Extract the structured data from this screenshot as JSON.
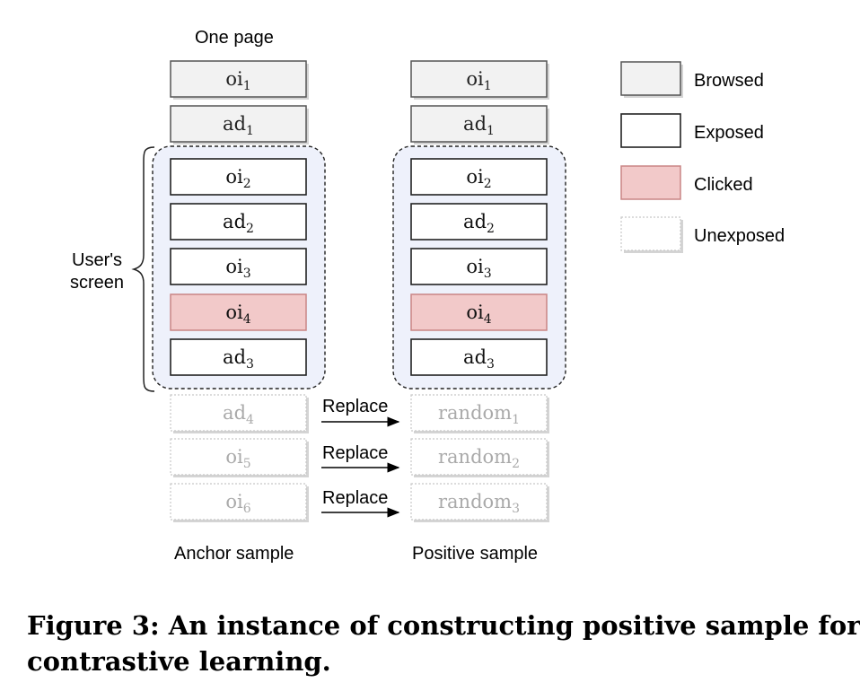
{
  "diagram": {
    "header": "One page",
    "side_brace_label": [
      "User's",
      "screen"
    ],
    "anchor_label": "Anchor sample",
    "positive_label": "Positive sample",
    "replace_label": "Replace",
    "colors": {
      "browsed_fill": "#f2f2f2",
      "exposed_fill": "#ffffff",
      "clicked_fill": "#f2c9c9",
      "clicked_border": "#c98585",
      "unexposed_border": "#c8c8c8",
      "screen_fill": "#eef1fb",
      "border": "#555555",
      "muted_text": "#aaaaaa"
    },
    "anchor_column": [
      {
        "base": "oi",
        "sub": "1",
        "state": "browsed"
      },
      {
        "base": "ad",
        "sub": "1",
        "state": "browsed"
      },
      {
        "base": "oi",
        "sub": "2",
        "state": "exposed"
      },
      {
        "base": "ad",
        "sub": "2",
        "state": "exposed"
      },
      {
        "base": "oi",
        "sub": "3",
        "state": "exposed"
      },
      {
        "base": "oi",
        "sub": "4",
        "state": "clicked"
      },
      {
        "base": "ad",
        "sub": "3",
        "state": "exposed"
      },
      {
        "base": "ad",
        "sub": "4",
        "state": "unexposed"
      },
      {
        "base": "oi",
        "sub": "5",
        "state": "unexposed"
      },
      {
        "base": "oi",
        "sub": "6",
        "state": "unexposed"
      }
    ],
    "positive_column": [
      {
        "base": "oi",
        "sub": "1",
        "state": "browsed"
      },
      {
        "base": "ad",
        "sub": "1",
        "state": "browsed"
      },
      {
        "base": "oi",
        "sub": "2",
        "state": "exposed"
      },
      {
        "base": "ad",
        "sub": "2",
        "state": "exposed"
      },
      {
        "base": "oi",
        "sub": "3",
        "state": "exposed"
      },
      {
        "base": "oi",
        "sub": "4",
        "state": "clicked"
      },
      {
        "base": "ad",
        "sub": "3",
        "state": "exposed"
      },
      {
        "base": "random",
        "sub": "1",
        "state": "unexposed"
      },
      {
        "base": "random",
        "sub": "2",
        "state": "unexposed"
      },
      {
        "base": "random",
        "sub": "3",
        "state": "unexposed"
      }
    ],
    "legend": [
      {
        "label": "Browsed",
        "state": "browsed"
      },
      {
        "label": "Exposed",
        "state": "exposed"
      },
      {
        "label": "Clicked",
        "state": "clicked"
      },
      {
        "label": "Unexposed",
        "state": "unexposed"
      }
    ]
  },
  "caption": {
    "line1": "Figure 3: An instance of constructing positive sample for",
    "line2": "contrastive learning."
  }
}
